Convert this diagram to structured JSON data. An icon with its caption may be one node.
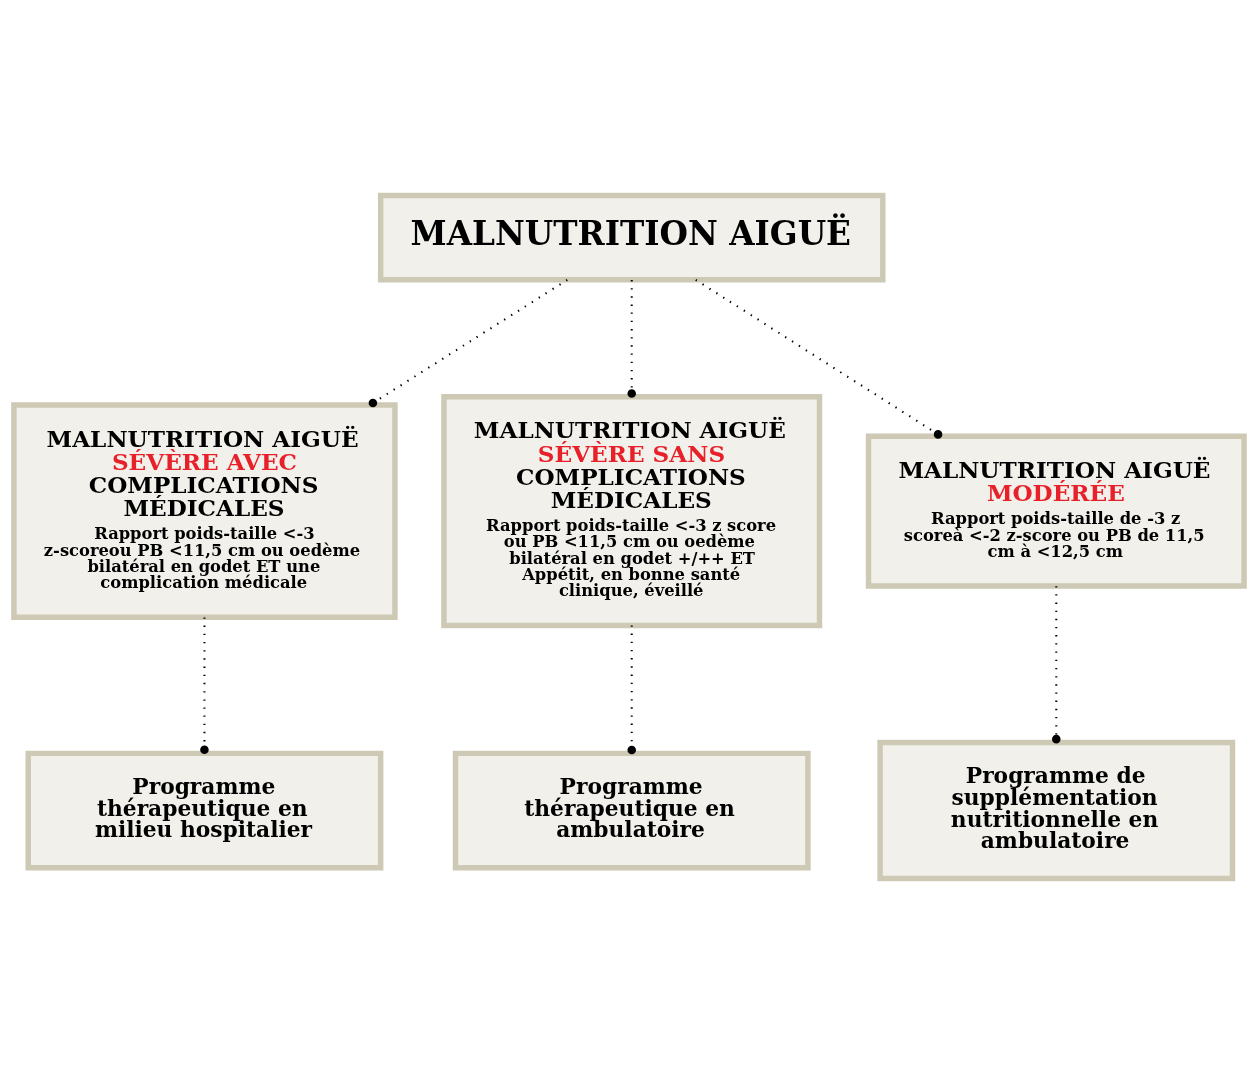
{
  "diagram": {
    "nodes": [
      {
        "text": [
          "MALNUTRITION AIGUË"
        ]
      },
      {
        "text": [
          "MALNUTRITION AIGUË",
          "SÉVÈRE AVEC",
          "COMPLICATIONS MÉDICALES",
          "Rapport poids-taille <-3 z-scoreou PB <11,5 cm ou oedème bilatéral en godet ET une complication médicale"
        ]
      },
      {
        "text": [
          "MALNUTRITION AIGUË",
          "SÉVÈRE SANS",
          "COMPLICATIONS MÉDICALES",
          "Rapport poids-taille <-3 z score ou PB <11,5 cm ou oedème bilatéral en godet +/++ ET Appétit, en bonne santé clinique, éveillé"
        ]
      },
      {
        "text": [
          "MALNUTRITION AIGUË",
          "MODÉRÉE",
          "Rapport poids-taille de -3 z scoreà <-2 z-score ou PB de 11,5 cm à <12,5 cm"
        ]
      },
      {
        "text": [
          "Programme thérapeutique en milieu hospitalier"
        ]
      },
      {
        "text": [
          "Programme thérapeutique en ambulatoire"
        ]
      },
      {
        "text": [
          "Programme de supplémentation nutritionnelle en ambulatoire"
        ]
      }
    ],
    "edges": [
      {
        "from": 0,
        "to": 1,
        "arrow": "other",
        "style": "dashed"
      },
      {
        "from": 0,
        "to": 2,
        "arrow": "other",
        "style": "dashed"
      },
      {
        "from": 0,
        "to": 3,
        "arrow": "other",
        "style": "dashed"
      },
      {
        "from": 1,
        "to": 4,
        "arrow": "other",
        "style": "dashed"
      },
      {
        "from": 2,
        "to": 5,
        "arrow": "other",
        "style": "dashed"
      },
      {
        "from": 3,
        "to": 6,
        "arrow": "other",
        "style": "dashed"
      }
    ]
  }
}
